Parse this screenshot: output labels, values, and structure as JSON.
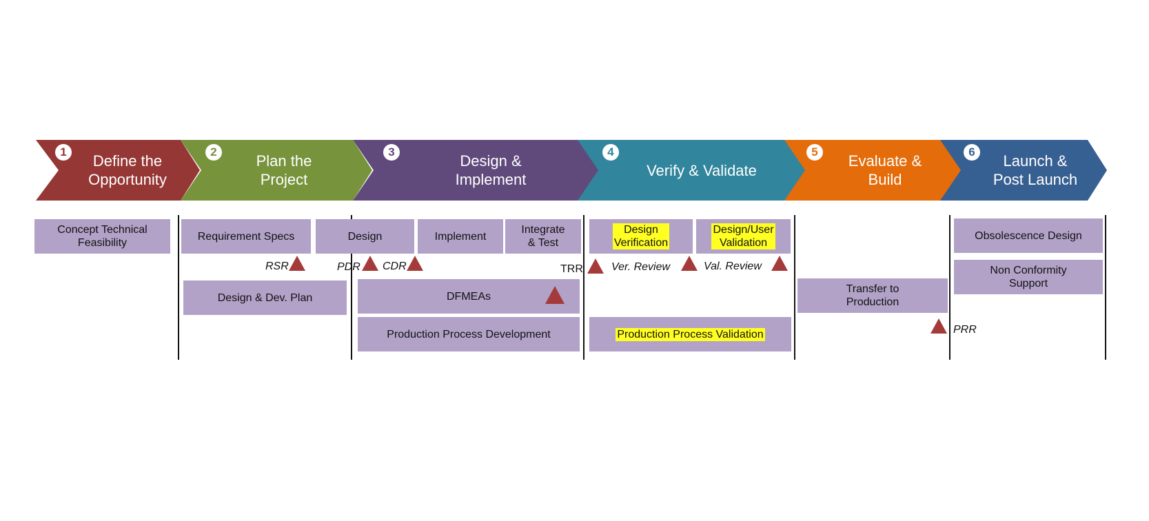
{
  "stages": [
    {
      "number": "1",
      "title": "Define the\nOpportunity",
      "color": "#953735"
    },
    {
      "number": "2",
      "title": "Plan the\nProject",
      "color": "#77933c"
    },
    {
      "number": "3",
      "title": "Design &\nImplement",
      "color": "#604a7b"
    },
    {
      "number": "4",
      "title": "Verify & Validate",
      "color": "#31859c"
    },
    {
      "number": "5",
      "title": "Evaluate &\nBuild",
      "color": "#e46c0a"
    },
    {
      "number": "6",
      "title": "Launch &\nPost Launch",
      "color": "#376092"
    }
  ],
  "tasks": {
    "concept_feasibility": "Concept Technical\nFeasibility",
    "requirement_specs": "Requirement Specs",
    "design": "Design",
    "implement": "Implement",
    "integrate_test": "Integrate\n& Test",
    "design_dev_plan": "Design & Dev. Plan",
    "dfmeas": "DFMEAs",
    "production_process_development": "Production Process Development",
    "design_verification": "Design\nVerification",
    "design_user_validation": "Design/User\nValidation",
    "production_process_validation": "Production Process Validation",
    "transfer_to_production": "Transfer  to\nProduction",
    "obsolescence_design": "Obsolescence Design",
    "non_conformity_support": "Non Conformity\nSupport"
  },
  "reviews": {
    "rsr": "RSR",
    "pdr": "PDR",
    "cdr": "CDR",
    "trr": "TRR",
    "ver_review": "Ver. Review",
    "val_review": "Val. Review",
    "prr": "PRR"
  },
  "colors": {
    "task_fill": "#b2a2c8",
    "highlight": "#ffff22",
    "milestone": "#a53a3a",
    "divider": "#111111"
  }
}
